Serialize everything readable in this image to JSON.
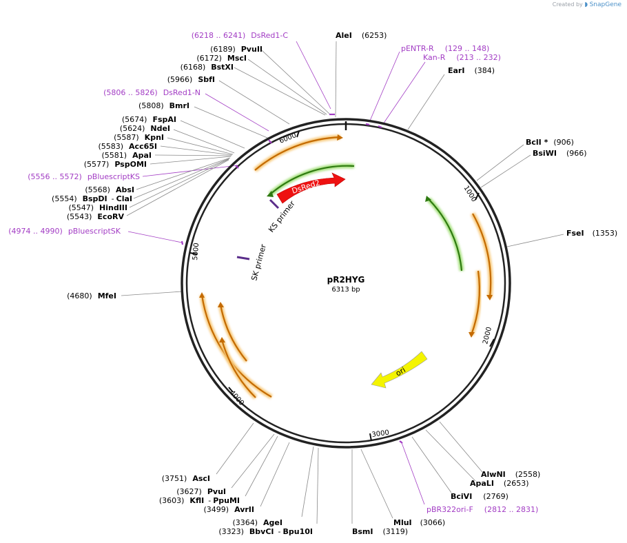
{
  "credit": {
    "created_by": "Created by",
    "brand": "SnapGene"
  },
  "plasmid": {
    "name": "pR2HYG",
    "size_label": "6313 bp",
    "length": 6313
  },
  "ruler_ticks": [
    "1000",
    "2000",
    "3000",
    "4000",
    "5000",
    "6000"
  ],
  "enzymes": [
    {
      "name": "AleI",
      "pos": "(6253)"
    },
    {
      "name": "EarI",
      "pos": "(384)"
    },
    {
      "name": "BclI *",
      "pos": "(906)"
    },
    {
      "name": "BsiWI",
      "pos": "(966)"
    },
    {
      "name": "FseI",
      "pos": "(1353)"
    },
    {
      "name": "AlwNI",
      "pos": "(2558)"
    },
    {
      "name": "ApaLI",
      "pos": "(2653)"
    },
    {
      "name": "BciVI",
      "pos": "(2769)"
    },
    {
      "name": "MluI",
      "pos": "(3066)"
    },
    {
      "name": "BsmI",
      "pos": "(3119)"
    },
    {
      "name": "AgeI",
      "pos": "(3364)"
    },
    {
      "name": "BbvCI",
      "name2": "Bpu10I",
      "pos": "(3323)"
    },
    {
      "name": "AvrII",
      "pos": "(3499)"
    },
    {
      "name": "KflI",
      "name2": "PpuMI",
      "pos": "(3603)"
    },
    {
      "name": "PvuI",
      "pos": "(3627)"
    },
    {
      "name": "AscI",
      "pos": "(3751)"
    },
    {
      "name": "MfeI",
      "pos": "(4680)"
    },
    {
      "name": "EcoRV",
      "pos": "(5543)"
    },
    {
      "name": "HindIII",
      "pos": "(5547)"
    },
    {
      "name": "BspDI",
      "name2": "ClaI",
      "pos": "(5554)"
    },
    {
      "name": "AbsI",
      "pos": "(5568)"
    },
    {
      "name": "PspOMI",
      "pos": "(5577)"
    },
    {
      "name": "ApaI",
      "pos": "(5581)"
    },
    {
      "name": "Acc65I",
      "pos": "(5583)"
    },
    {
      "name": "KpnI",
      "pos": "(5587)"
    },
    {
      "name": "NdeI",
      "pos": "(5624)"
    },
    {
      "name": "FspAI",
      "pos": "(5674)"
    },
    {
      "name": "BmrI",
      "pos": "(5808)"
    },
    {
      "name": "SbfI",
      "pos": "(5966)"
    },
    {
      "name": "BstXI",
      "pos": "(6168)"
    },
    {
      "name": "MscI",
      "pos": "(6172)"
    },
    {
      "name": "PvuII",
      "pos": "(6189)"
    }
  ],
  "primers": [
    {
      "range": "(6218 .. 6241)",
      "name": "DsRed1-C"
    },
    {
      "name": "pENTR-R",
      "range": "(129 .. 148)"
    },
    {
      "name": "Kan-R",
      "range": "(213 .. 232)"
    },
    {
      "range": "(5806 .. 5826)",
      "name": "DsRed1-N"
    },
    {
      "range": "(5556 .. 5572)",
      "name": "pBluescriptKS"
    },
    {
      "range": "(4974 .. 4990)",
      "name": "pBluescriptSK"
    },
    {
      "name": "pBR322ori-F",
      "range": "(2812 .. 2831)"
    }
  ],
  "features": {
    "dsred2": "DsRed2",
    "ori": "ori",
    "ks_primer": "KS primer",
    "sk_primer": "SK primer"
  },
  "colors": {
    "backbone": "#222222",
    "orange": "#f0a030",
    "green": "#58b830",
    "red": "#ee1111",
    "yellow": "#f4f400",
    "purple": "#a23cc4"
  }
}
